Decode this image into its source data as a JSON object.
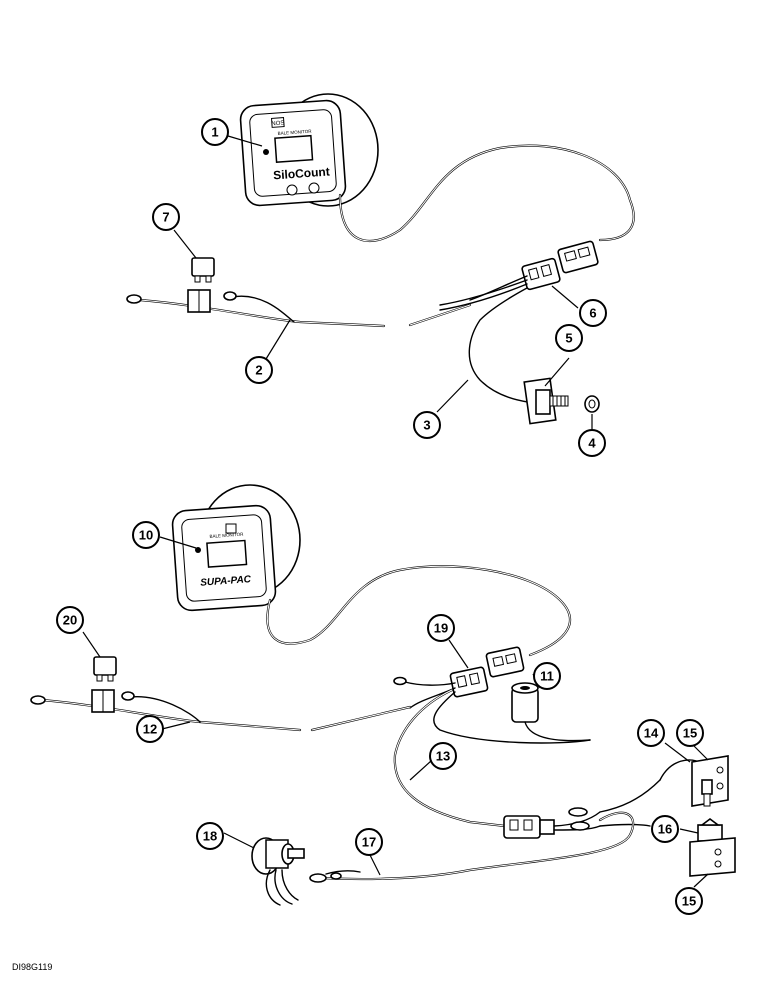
{
  "drawing_ref": "DI98G119",
  "monitor_top": {
    "brand_label": "SiloCount",
    "badge_label": "NOS",
    "small_label": "BALE MONITOR"
  },
  "monitor_bottom": {
    "brand_label": "SUPA-PAC",
    "small_label": "BALE MONITOR"
  },
  "callouts": [
    "1",
    "2",
    "3",
    "4",
    "5",
    "6",
    "7",
    "10",
    "11",
    "12",
    "13",
    "14",
    "15",
    "16",
    "17",
    "18",
    "19",
    "20"
  ],
  "callout_15b": "15"
}
